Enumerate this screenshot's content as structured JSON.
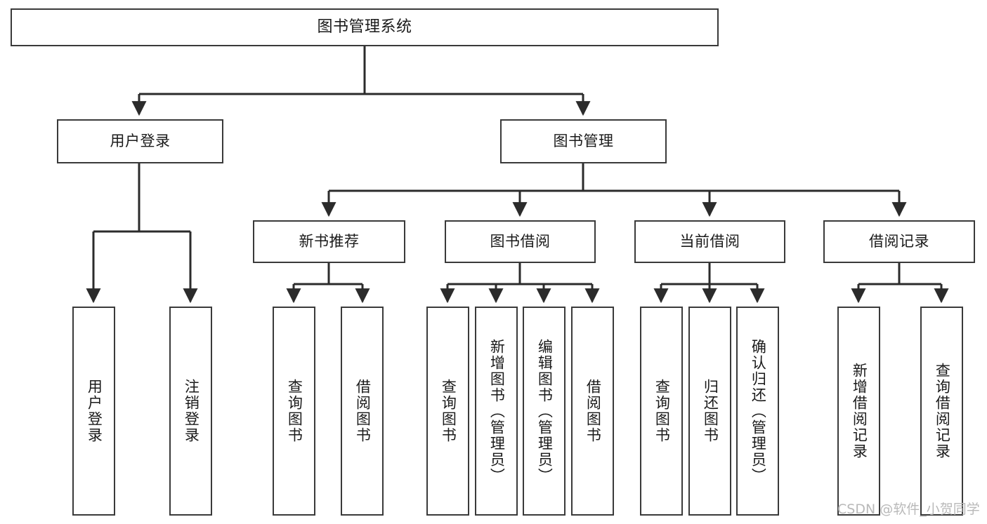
{
  "diagram": {
    "title": "图书管理系统",
    "type": "tree-hierarchy-chart",
    "orientation": "top-down",
    "colors": {
      "node_border": "#3a3a3a",
      "node_fill": "#ffffff",
      "edge": "#2b2b2b",
      "text": "#1a1a1a",
      "watermark": "#b9b9b9",
      "background": "#ffffff"
    },
    "watermark": "CSDN @软件_小贺同学"
  },
  "nodes": {
    "root": {
      "label": "图书管理系统"
    },
    "level1": [
      {
        "id": "user-login",
        "label": "用户登录"
      },
      {
        "id": "book-management",
        "label": "图书管理"
      }
    ],
    "level2": [
      {
        "id": "new-book-recommend",
        "label": "新书推荐"
      },
      {
        "id": "book-borrow",
        "label": "图书借阅"
      },
      {
        "id": "current-borrow",
        "label": "当前借阅"
      },
      {
        "id": "borrow-record",
        "label": "借阅记录"
      }
    ],
    "leaves": {
      "user_login": [
        {
          "id": "leaf-user-login",
          "label": "用户登录"
        },
        {
          "id": "leaf-logout-login",
          "label": "注销登录"
        }
      ],
      "new_book_recommend": [
        {
          "id": "leaf-query-book-1",
          "label": "查询图书"
        },
        {
          "id": "leaf-borrow-book-1",
          "label": "借阅图书"
        }
      ],
      "book_borrow": [
        {
          "id": "leaf-query-book-2",
          "label": "查询图书"
        },
        {
          "id": "leaf-add-book",
          "label": "新增图书（管理员）"
        },
        {
          "id": "leaf-edit-book",
          "label": "编辑图书（管理员）"
        },
        {
          "id": "leaf-borrow-book-2",
          "label": "借阅图书"
        }
      ],
      "current_borrow": [
        {
          "id": "leaf-query-book-3",
          "label": "查询图书"
        },
        {
          "id": "leaf-return-book",
          "label": "归还图书"
        },
        {
          "id": "leaf-confirm-return",
          "label": "确认归还（管理员）"
        }
      ],
      "borrow_record": [
        {
          "id": "leaf-add-borrow-record",
          "label": "新增借阅记录"
        },
        {
          "id": "leaf-query-borrow-record",
          "label": "查询借阅记录"
        }
      ]
    }
  }
}
